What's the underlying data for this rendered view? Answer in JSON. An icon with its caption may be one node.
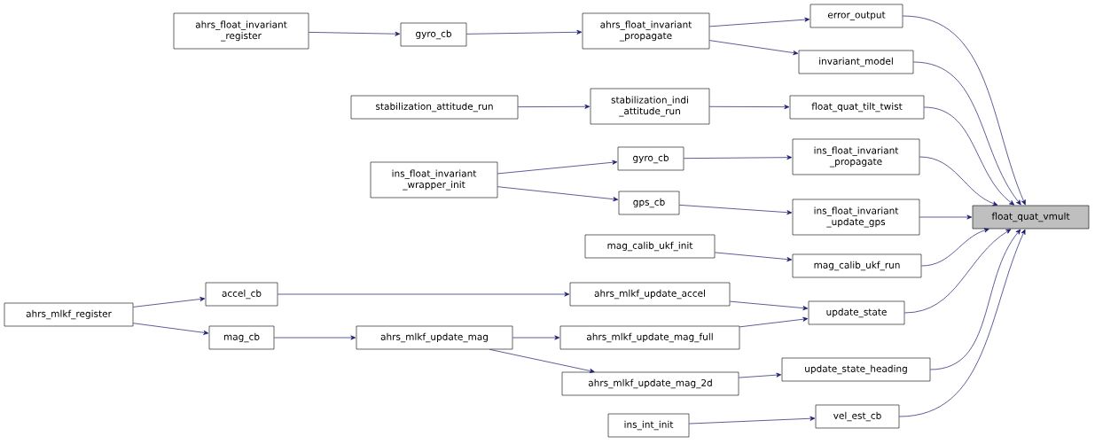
{
  "diagram": {
    "nodes": [
      {
        "text": [
          "float_quat_vmult"
        ]
      },
      {
        "text": [
          "error_output"
        ]
      },
      {
        "text": [
          "invariant_model"
        ]
      },
      {
        "text": [
          "float_quat_tilt_twist"
        ]
      },
      {
        "text": [
          "ins_float_invariant _propagate"
        ]
      },
      {
        "text": [
          "ins_float_invariant _update_gps"
        ]
      },
      {
        "text": [
          "mag_calib_ukf_run"
        ]
      },
      {
        "text": [
          "update_state"
        ]
      },
      {
        "text": [
          "update_state_heading"
        ]
      },
      {
        "text": [
          "vel_est_cb"
        ]
      },
      {
        "text": [
          "ahrs_float_invariant _propagate"
        ]
      },
      {
        "text": [
          "gyro_cb"
        ]
      },
      {
        "text": [
          "ahrs_float_invariant _register"
        ]
      },
      {
        "text": [
          "stabilization_indi _attitude_run"
        ]
      },
      {
        "text": [
          "stabilization_attitude_run"
        ]
      },
      {
        "text": [
          "gyro_cb"
        ]
      },
      {
        "text": [
          "gps_cb"
        ]
      },
      {
        "text": [
          "ins_float_invariant _wrapper_init"
        ]
      },
      {
        "text": [
          "mag_calib_ukf_init"
        ]
      },
      {
        "text": [
          "ahrs_mlkf_update_accel"
        ]
      },
      {
        "text": [
          "ahrs_mlkf_update_mag_full"
        ]
      },
      {
        "text": [
          "ahrs_mlkf_update_mag_2d"
        ]
      },
      {
        "text": [
          "accel_cb"
        ]
      },
      {
        "text": [
          "mag_cb"
        ]
      },
      {
        "text": [
          "ahrs_mlkf_update_mag"
        ]
      },
      {
        "text": [
          "ahrs_mlkf_register"
        ]
      },
      {
        "text": [
          "ins_int_init"
        ]
      }
    ],
    "edges": [
      {
        "from": 1,
        "to": 0,
        "arrow": "to"
      },
      {
        "from": 2,
        "to": 0,
        "arrow": "to"
      },
      {
        "from": 3,
        "to": 0,
        "arrow": "to"
      },
      {
        "from": 4,
        "to": 0,
        "arrow": "to"
      },
      {
        "from": 5,
        "to": 0,
        "arrow": "to"
      },
      {
        "from": 6,
        "to": 0,
        "arrow": "to"
      },
      {
        "from": 7,
        "to": 0,
        "arrow": "to"
      },
      {
        "from": 8,
        "to": 0,
        "arrow": "to"
      },
      {
        "from": 9,
        "to": 0,
        "arrow": "to"
      },
      {
        "from": 10,
        "to": 1,
        "arrow": "to"
      },
      {
        "from": 10,
        "to": 2,
        "arrow": "to"
      },
      {
        "from": 11,
        "to": 10,
        "arrow": "to"
      },
      {
        "from": 12,
        "to": 11,
        "arrow": "to"
      },
      {
        "from": 13,
        "to": 3,
        "arrow": "to"
      },
      {
        "from": 14,
        "to": 13,
        "arrow": "to"
      },
      {
        "from": 15,
        "to": 4,
        "arrow": "to"
      },
      {
        "from": 16,
        "to": 5,
        "arrow": "to"
      },
      {
        "from": 17,
        "to": 15,
        "arrow": "to"
      },
      {
        "from": 17,
        "to": 16,
        "arrow": "to"
      },
      {
        "from": 18,
        "to": 6,
        "arrow": "to"
      },
      {
        "from": 19,
        "to": 7,
        "arrow": "to"
      },
      {
        "from": 20,
        "to": 7,
        "arrow": "to"
      },
      {
        "from": 21,
        "to": 8,
        "arrow": "to"
      },
      {
        "from": 22,
        "to": 19,
        "arrow": "to"
      },
      {
        "from": 23,
        "to": 24,
        "arrow": "to"
      },
      {
        "from": 24,
        "to": 20,
        "arrow": "to"
      },
      {
        "from": 24,
        "to": 21,
        "arrow": "to"
      },
      {
        "from": 25,
        "to": 22,
        "arrow": "to"
      },
      {
        "from": 25,
        "to": 23,
        "arrow": "to"
      },
      {
        "from": 26,
        "to": 9,
        "arrow": "to"
      }
    ]
  }
}
